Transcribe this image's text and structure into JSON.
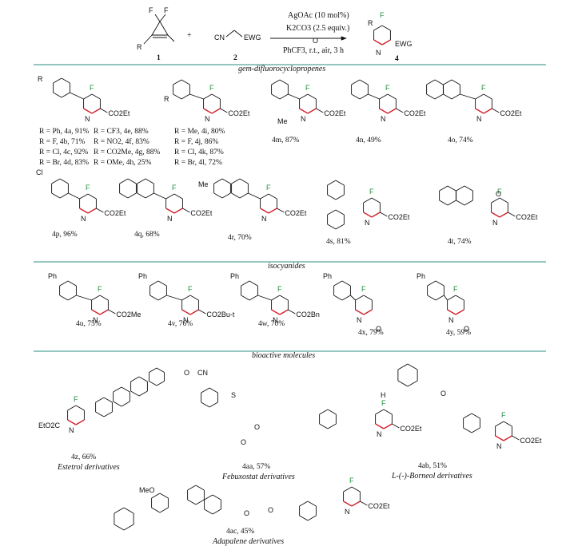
{
  "reaction": {
    "reagents": [
      "AgOAc (10 mol%)",
      "K2CO3 (2.5 equiv.)"
    ],
    "conditions": "PhCF3, r.t., air, 3 h",
    "reactant1_label": "1",
    "reactant2_label": "2",
    "product_label": "4",
    "plus": "+",
    "atoms": {
      "F": "F",
      "R": "R",
      "CN": "CN",
      "EWG": "EWG",
      "N": "N"
    }
  },
  "sections": {
    "gem": "gem-difluorocyclopropenes",
    "iso": "isocyanides",
    "bio": "bioactive molecules"
  },
  "para_series": [
    "R = Ph, 4a, 91%",
    "R = F, 4b, 71%",
    "R = Cl, 4c, 92%",
    "R = Br, 4d, 83%"
  ],
  "para_series2": [
    "R = CF3, 4e, 88%",
    "R = NO2, 4f, 83%",
    "R = CO2Me, 4g, 88%",
    "R = OMe, 4h, 25%"
  ],
  "meta_series": [
    "R = Me, 4i, 80%",
    "R = F, 4j, 86%",
    "R = Cl, 4k, 87%",
    "R = Br, 4l, 72%"
  ],
  "row1": [
    "4m, 87%",
    "4n, 49%",
    "4o, 74%"
  ],
  "row2": [
    "4p, 96%",
    "4q, 68%",
    "4r, 70%",
    "4s, 81%",
    "4t, 74%"
  ],
  "row3": [
    "4u, 75%",
    "4v, 76%",
    "4w, 70%",
    "4x, 79%",
    "4y, 59%"
  ],
  "row3_groups": [
    "CO2Me",
    "CO2Bu-t",
    "CO2Bn"
  ],
  "ester": "CO2Et",
  "substituents": {
    "Me": "Me",
    "Ph": "Ph",
    "Cl": "Cl",
    "MeO": "MeO",
    "EtO2C": "EtO2C",
    "O": "O",
    "S": "S",
    "H": "H"
  },
  "bio": [
    {
      "label": "4z, 66%",
      "name": "Estetrol derivatives"
    },
    {
      "label": "4aa, 57%",
      "name": "Febuxostat derivatives"
    },
    {
      "label": "4ab, 51%",
      "name": "L-(-)-Borneol derivatives"
    },
    {
      "label": "4ac, 45%",
      "name": "Adapalene derivatives"
    }
  ]
}
